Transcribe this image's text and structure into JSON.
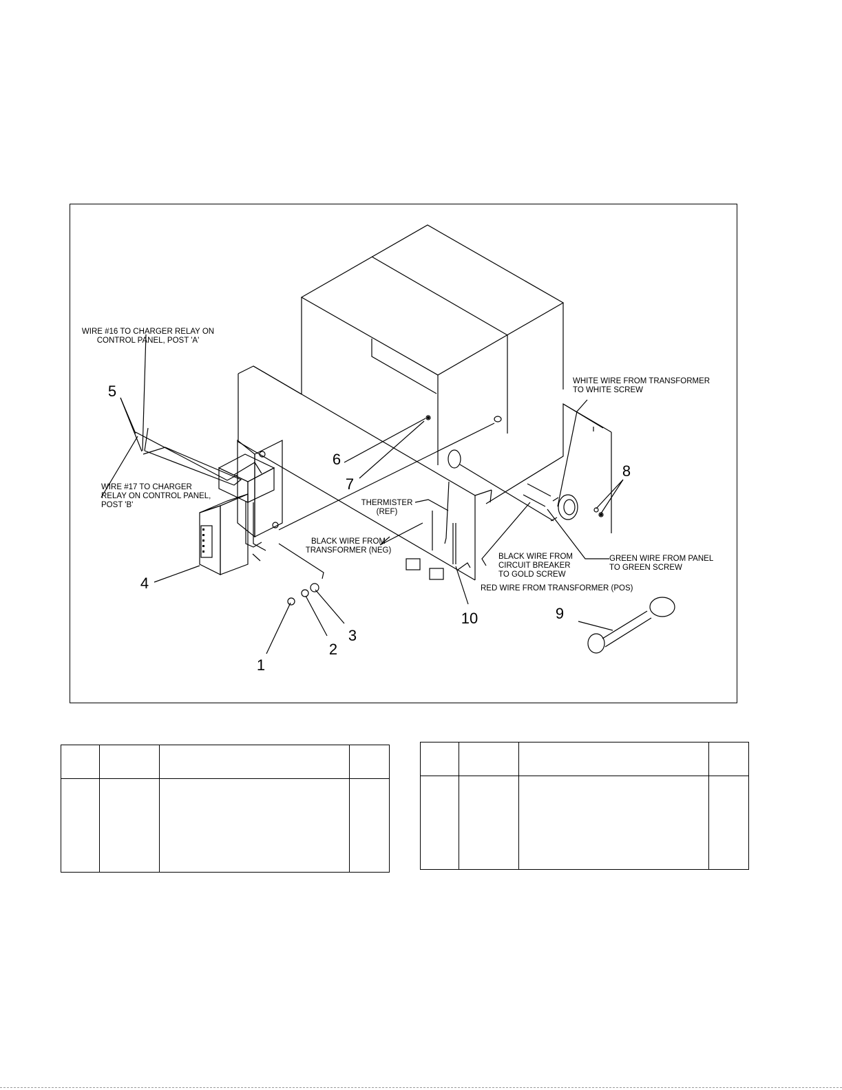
{
  "callouts": {
    "wire16": [
      "WIRE #16 TO CHARGER RELAY ON",
      "CONTROL PANEL, POST 'A'"
    ],
    "wire17": [
      "WIRE #17 TO CHARGER",
      "RELAY ON CONTROL PANEL,",
      "POST 'B'"
    ],
    "white_wire": [
      "WHITE WIRE FROM TRANSFORMER",
      "TO WHITE SCREW"
    ],
    "thermister": [
      "THERMISTER",
      "(REF)"
    ],
    "black_wire_neg": [
      "BLACK WIRE FROM",
      "TRANSFORMER (NEG)"
    ],
    "black_wire_cb": [
      "BLACK WIRE FROM",
      "CIRCUIT BREAKER",
      "TO GOLD SCREW"
    ],
    "green_wire": [
      "GREEN WIRE FROM PANEL",
      "TO GREEN SCREW"
    ],
    "red_wire": "RED WIRE FROM TRANSFORMER (POS)"
  },
  "item_numbers": [
    "1",
    "2",
    "3",
    "4",
    "5",
    "6",
    "7",
    "8",
    "9",
    "10"
  ],
  "parts_tables": [
    {
      "rows": [
        [
          "",
          "",
          "",
          ""
        ],
        [
          "",
          "",
          "",
          ""
        ]
      ]
    },
    {
      "rows": [
        [
          "",
          "",
          "",
          ""
        ],
        [
          "",
          "",
          "",
          ""
        ]
      ]
    }
  ]
}
